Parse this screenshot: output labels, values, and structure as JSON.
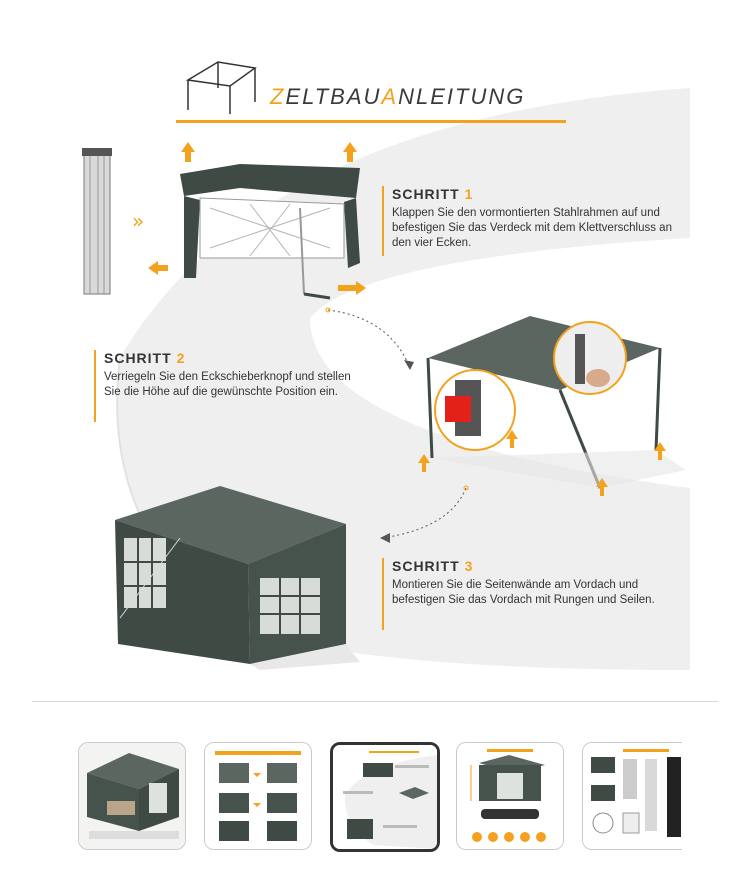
{
  "main_image": {
    "title_prefix": "Z",
    "title_mid": "ELTBAU",
    "title_hl2": "A",
    "title_rest": "NLEITUNG",
    "steps": [
      {
        "label": "SCHRITT",
        "number": "1",
        "text": "Klappen Sie den vormontierten Stahlrahmen auf und befestigen Sie das Verdeck mit dem Klettverschluss an den vier Ecken."
      },
      {
        "label": "SCHRITT",
        "number": "2",
        "text": "Verriegeln Sie den Eckschieberknopf und stellen Sie die Höhe auf die gewünschte Position ein."
      },
      {
        "label": "SCHRITT",
        "number": "3",
        "text": "Montieren Sie die Seitenwände am Vordach und befestigen Sie das Vordach mit Rungen und Seilen."
      }
    ]
  },
  "colors": {
    "accent": "#f4a21d",
    "tent": "#3f4a45",
    "text": "#333333"
  },
  "thumbnails": [
    {
      "name": "thumb-tent-lounge",
      "active": false
    },
    {
      "name": "thumb-side-walls",
      "active": false
    },
    {
      "name": "thumb-assembly-guide",
      "active": true
    },
    {
      "name": "thumb-dimensions",
      "active": false
    },
    {
      "name": "thumb-delivery-contents",
      "active": false
    }
  ]
}
